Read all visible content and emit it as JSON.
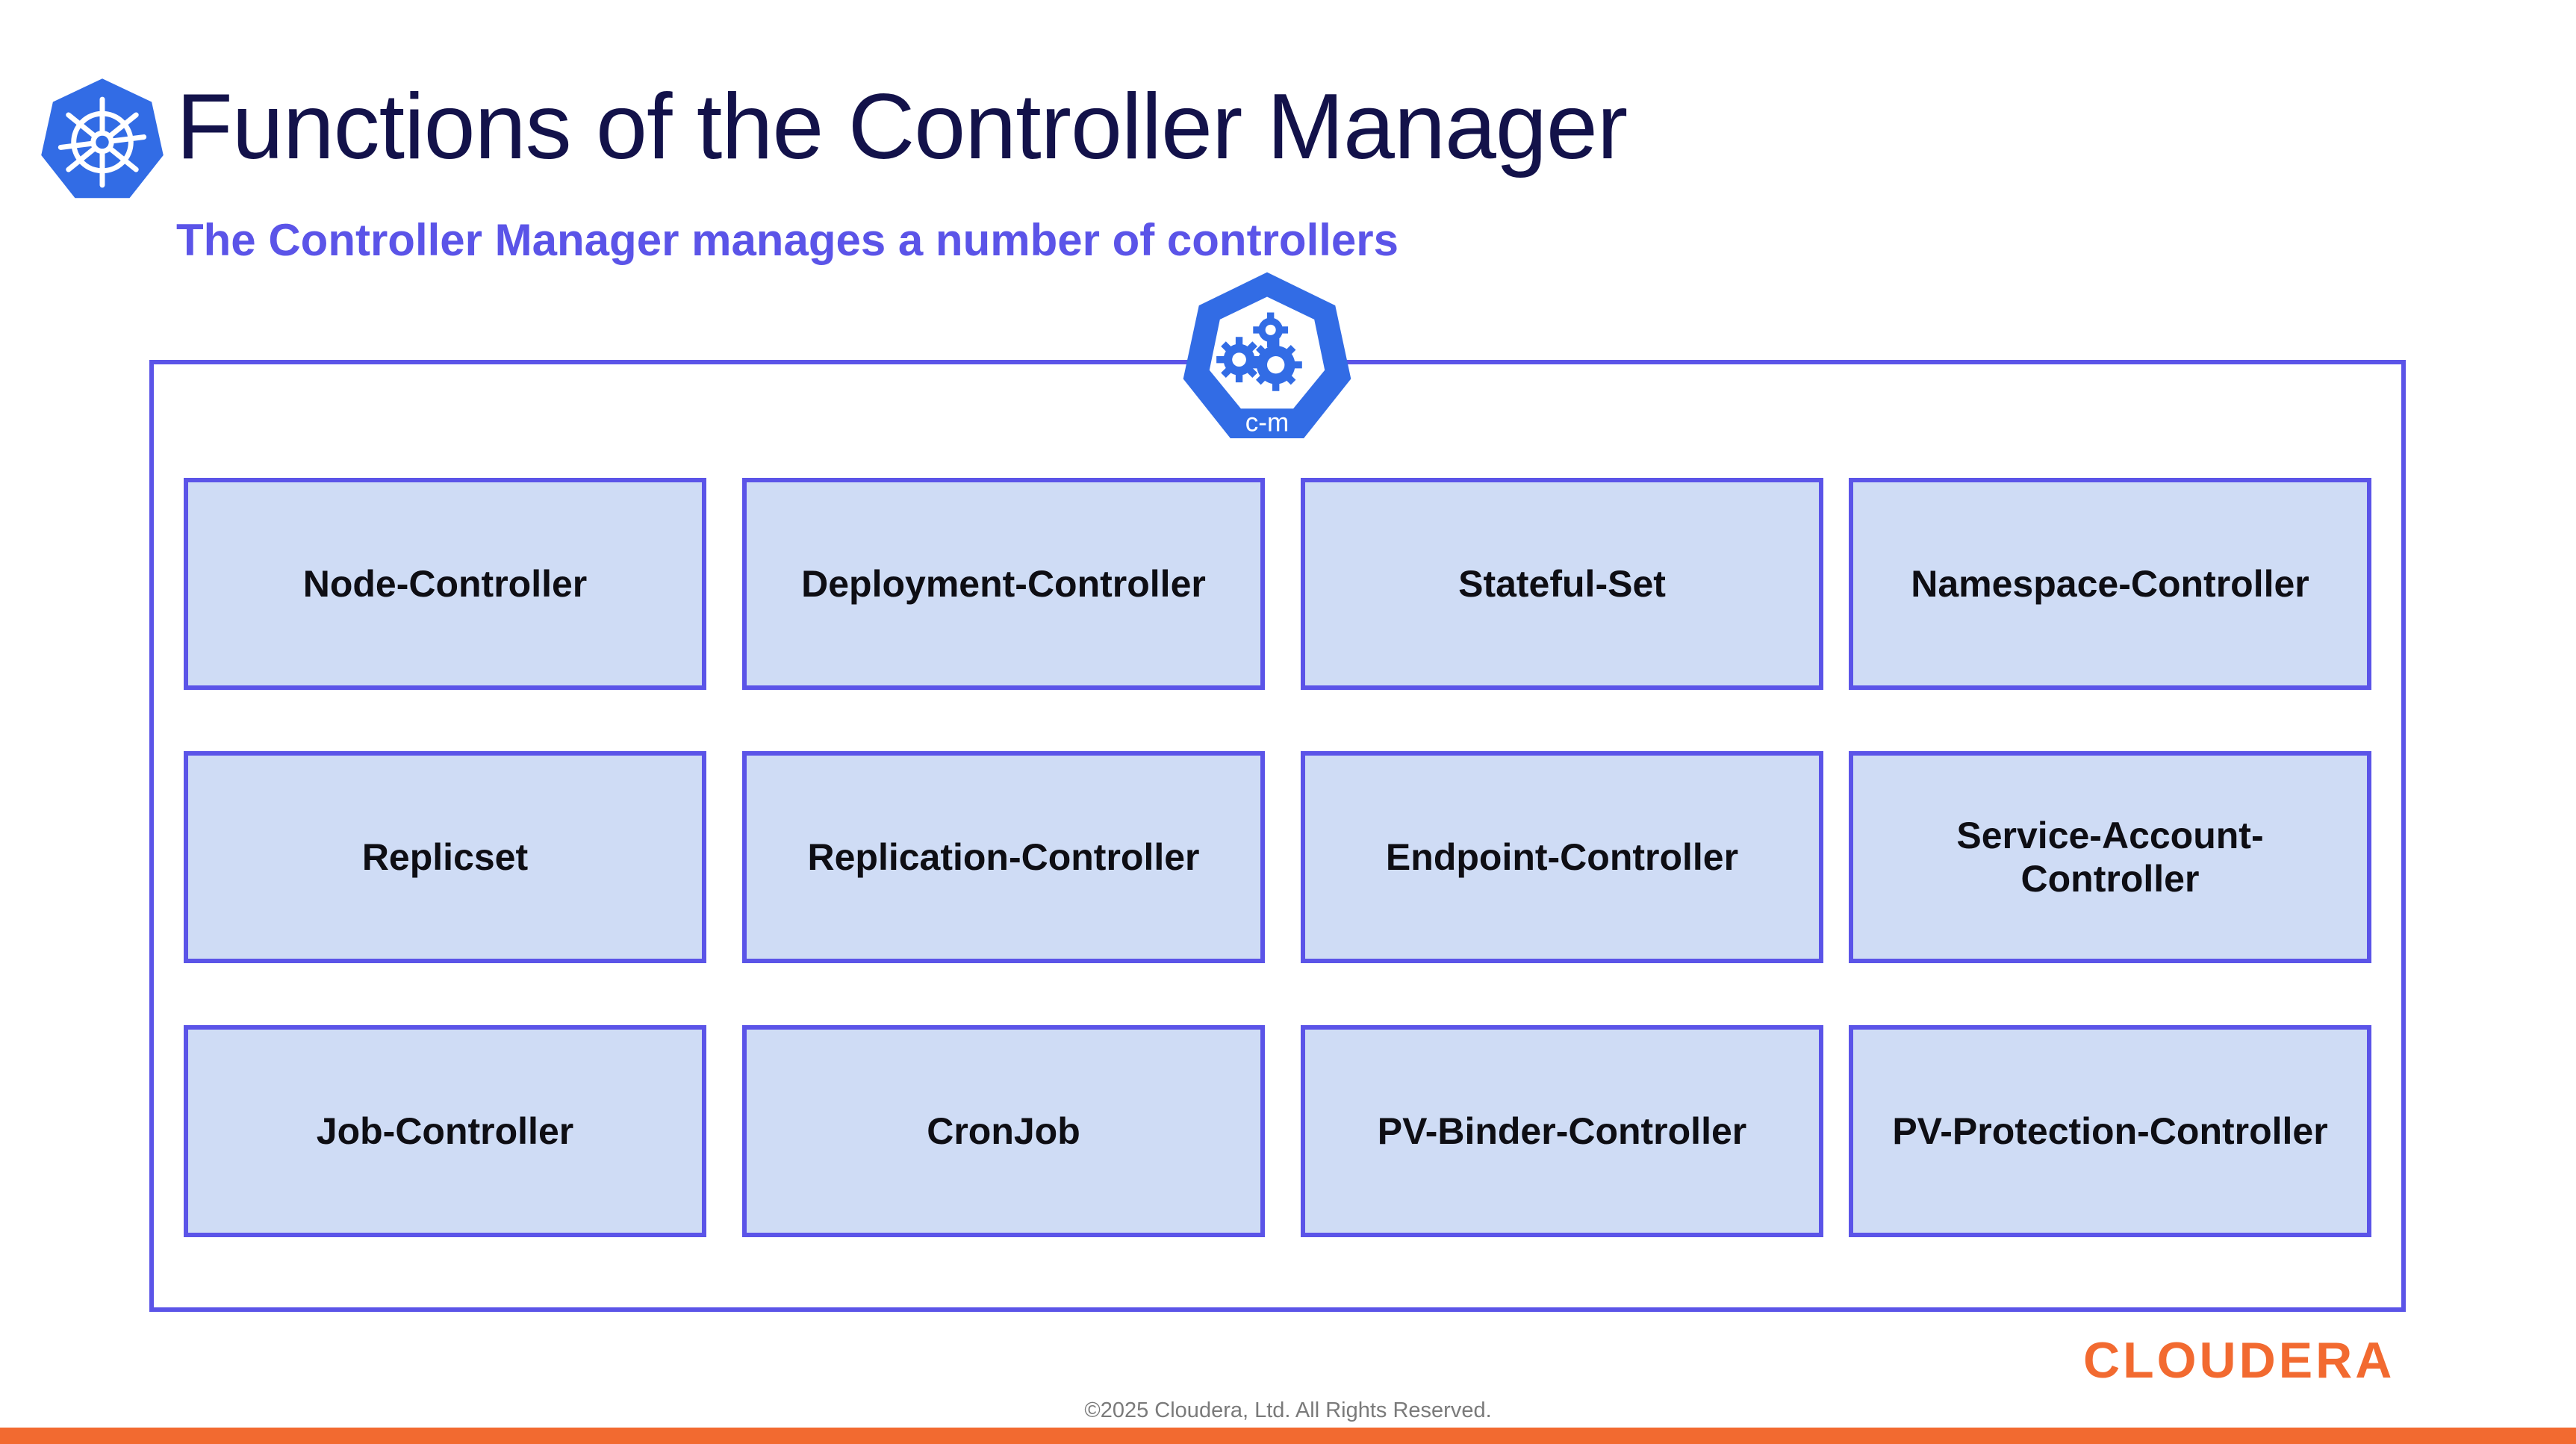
{
  "header": {
    "title": "Functions of the Controller Manager",
    "subtitle": "The Controller Manager manages a number of controllers"
  },
  "cm_logo": {
    "label": "c-m",
    "icon": "gears-icon"
  },
  "controllers": [
    [
      "Node-Controller",
      "Deployment-Controller",
      "Stateful-Set",
      "Namespace-Controller"
    ],
    [
      "Replicset",
      "Replication-Controller",
      "Endpoint-Controller",
      "Service-Account-\nController"
    ],
    [
      "Job-Controller",
      "CronJob",
      "PV-Binder-Controller",
      "PV-Protection-Controller"
    ]
  ],
  "footer": {
    "brand": "CLOUDERA",
    "copyright": "©2025 Cloudera, Ltd. All Rights Reserved."
  },
  "colors": {
    "accent": "#5b54e8",
    "box_fill": "#cfdcf5",
    "k8s_blue": "#326ce5",
    "brand_orange": "#f26a30",
    "title": "#13124a"
  }
}
